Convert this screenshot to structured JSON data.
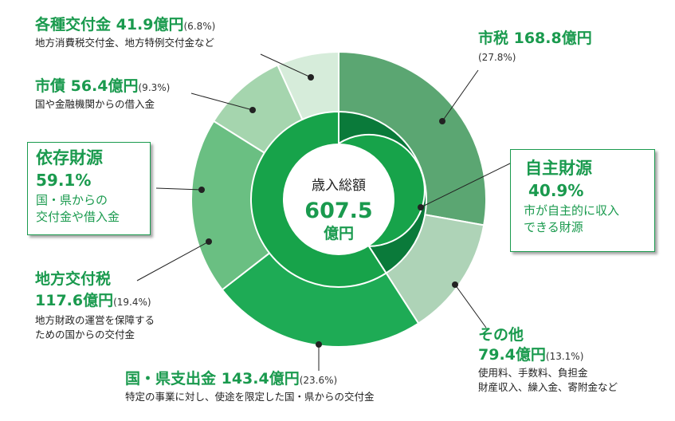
{
  "chart_data": {
    "type": "pie",
    "center": {
      "label": "歳入総額",
      "value": "607.5",
      "unit": "億円"
    },
    "inner_ring": [
      {
        "name": "自主財源",
        "pct": 40.9,
        "color": "#0a7a3a"
      },
      {
        "name": "依存財源",
        "pct": 59.1,
        "color": "#17a34a"
      }
    ],
    "outer_ring": [
      {
        "name": "市税",
        "value": 168.8,
        "pct": 27.8,
        "color": "#5ba672"
      },
      {
        "name": "その他",
        "value": 79.4,
        "pct": 13.1,
        "color": "#aed3b7"
      },
      {
        "name": "国・県支出金",
        "value": 143.4,
        "pct": 23.6,
        "color": "#1eab55"
      },
      {
        "name": "地方交付税",
        "value": 117.6,
        "pct": 19.4,
        "color": "#6abf82"
      },
      {
        "name": "市債",
        "value": 56.4,
        "pct": 9.3,
        "color": "#a5d5ae"
      },
      {
        "name": "各種交付金",
        "value": 41.9,
        "pct": 6.8,
        "color": "#d6ecda"
      }
    ]
  },
  "labels": {
    "shizei": {
      "title": "市税 168.8億円",
      "pct": "(27.8%)"
    },
    "sonota": {
      "title": "その他",
      "amount": "79.4億円",
      "pct": "(13.1%)",
      "desc1": "使用料、手数料、負担金",
      "desc2": "財産収入、繰入金、寄附金など"
    },
    "kokuken": {
      "title": "国・県支出金 143.4億円",
      "pct": "(23.6%)",
      "desc": "特定の事業に対し、使途を限定した国・県からの交付金"
    },
    "chihou": {
      "title": "地方交付税",
      "amount": "117.6億円",
      "pct": "(19.4%)",
      "desc1": "地方財政の運営を保障する",
      "desc2": "ための国からの交付金"
    },
    "shisai": {
      "title": "市債 56.4億円",
      "pct": "(9.3%)",
      "desc": "国や金融機関からの借入金"
    },
    "kakushu": {
      "title": "各種交付金 41.9億円",
      "pct": "(6.8%)",
      "desc": "地方消費税交付金、地方特例交付金など"
    }
  },
  "boxes": {
    "jishu": {
      "title": "自主財源",
      "pct": "40.9%",
      "desc1": "市が自主的に収入",
      "desc2": "できる財源"
    },
    "izon": {
      "title": "依存財源",
      "pct": "59.1%",
      "desc1": "国・県からの",
      "desc2": "交付金や借入金"
    }
  }
}
